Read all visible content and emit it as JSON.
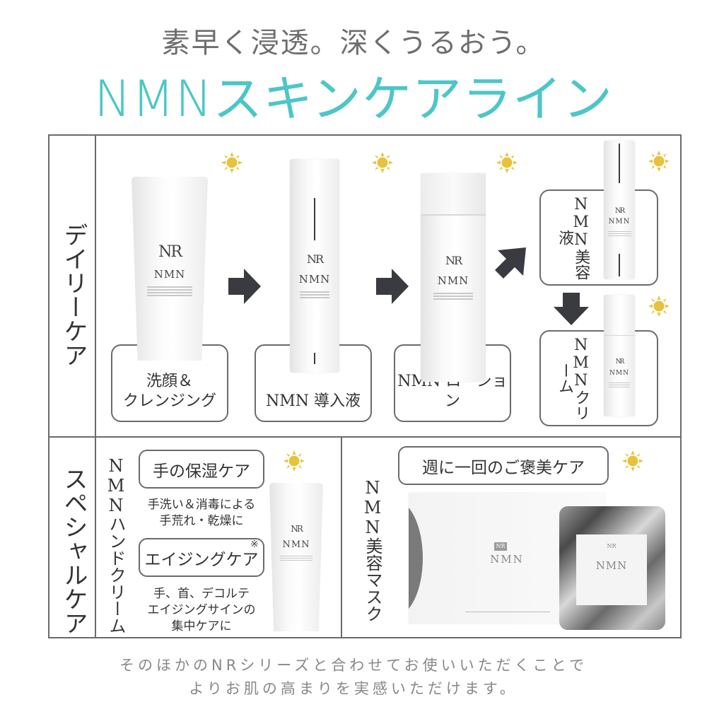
{
  "header": {
    "subtitle": "素早く浸透。深くうるおう。",
    "title": "NMNスキンケアライン"
  },
  "colors": {
    "accent": "#4cc6c8",
    "sun": "#e8c23a",
    "moon": "#3a3b40",
    "border": "#6b6b6b",
    "arrow": "#3a3b40"
  },
  "sections": {
    "daily": {
      "label": "デイリーケア",
      "steps": [
        {
          "label_line1": "洗顔＆",
          "label_line2": "クレンジング",
          "product_logo": "NR",
          "product_name": "NMN",
          "icons": [
            "sun-icon",
            "moon-icon"
          ]
        },
        {
          "label": "NMN 導入液",
          "product_logo": "NR",
          "product_name": "NMN",
          "icons": [
            "sun-icon",
            "moon-icon"
          ]
        },
        {
          "label": "NMN ローション",
          "product_logo": "NR",
          "product_name": "NMN",
          "icons": [
            "sun-icon",
            "moon-icon"
          ]
        },
        {
          "label": "NMN美容液",
          "label_vertical": "NMN美容液",
          "product_logo": "NR",
          "product_name": "NMN",
          "icons": [
            "sun-icon",
            "moon-icon"
          ]
        },
        {
          "label": "NMNクリーム",
          "label_vertical": "NMNクリーム",
          "product_logo": "NR",
          "product_name": "NMN",
          "icons": [
            "sun-icon",
            "moon-icon"
          ]
        }
      ],
      "arrows": [
        "arrow-right",
        "arrow-right",
        "arrow-up-right",
        "arrow-down"
      ]
    },
    "special": {
      "label": "スペシャルケア",
      "hand_cream": {
        "title": "NMNハンドクリーム",
        "pill1": "手の保湿ケア",
        "desc1_line1": "手洗い＆消毒による",
        "desc1_line2": "手荒れ・乾燥に",
        "pill2": "エイジングケア",
        "note_mark": "※",
        "desc2_line1": "手、首、デコルテ",
        "desc2_line2": "エイジングサインの",
        "desc2_line3": "集中ケアに",
        "product_logo": "NR",
        "product_name": "NMN",
        "icons": [
          "sun-icon",
          "moon-icon"
        ]
      },
      "mask": {
        "title": "NMN美容マスク",
        "pill": "週に一回のご褒美ケア",
        "box_logo": "NR",
        "box_name": "NMN",
        "pouch_logo": "NR",
        "pouch_name": "NMN",
        "icons": [
          "sun-icon",
          "moon-icon"
        ]
      }
    }
  },
  "footer": {
    "line1": "そのほかのNRシリーズと合わせてお使いいただくことで",
    "line2": "よりお肌の高まりを実感いただけます。"
  }
}
